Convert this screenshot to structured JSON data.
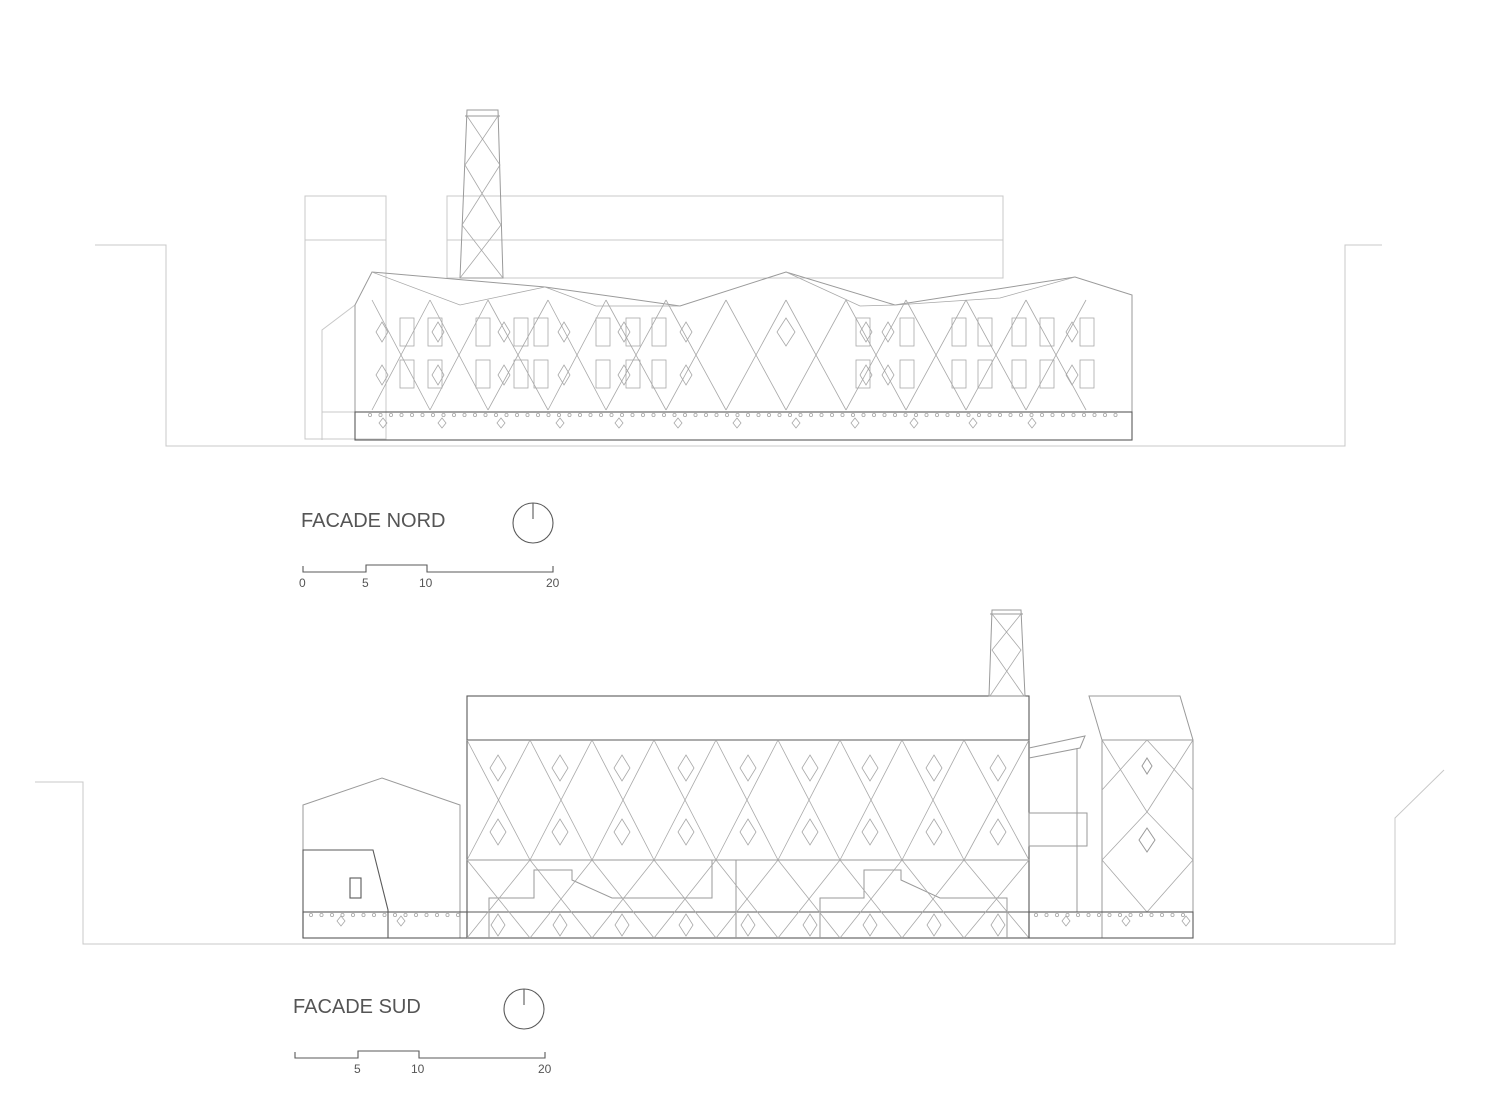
{
  "elevations": [
    {
      "id": "nord",
      "title": "FACADE NORD",
      "scale_labels": [
        "0",
        "5",
        "10",
        "20"
      ],
      "compass": "north-arrow-icon"
    },
    {
      "id": "sud",
      "title": "FACADE SUD",
      "scale_labels": [
        "5",
        "10",
        "20"
      ],
      "compass": "north-arrow-icon"
    }
  ],
  "colors": {
    "line_light": "#c8c8c8",
    "line_mid": "#9a9a9a",
    "line_dark": "#5a5a5a",
    "text": "#555555"
  }
}
